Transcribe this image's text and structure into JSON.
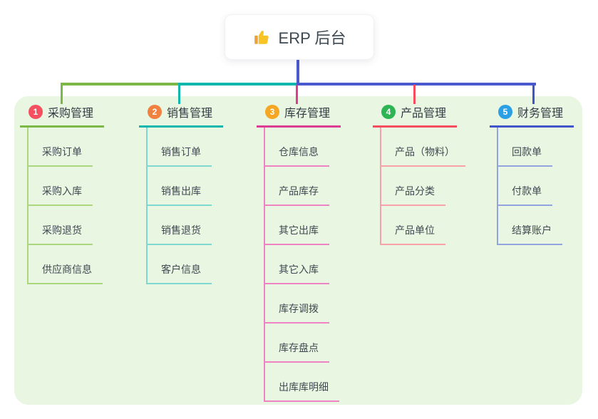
{
  "root": {
    "icon": "thumbs-up",
    "label": "ERP 后台"
  },
  "colors": {
    "board_bg": "#e9f6e2",
    "root_line": "#4a5ace",
    "root_text": "#3c4852",
    "title_text": "#333c44",
    "child_text": "#404a52"
  },
  "branches": [
    {
      "num": "1",
      "title": "采购管理",
      "badge_color": "#f45060",
      "line_color": "#7cb845",
      "child_line_color": "#abd77f",
      "children": [
        "采购订单",
        "采购入库",
        "采购退货",
        "供应商信息"
      ]
    },
    {
      "num": "2",
      "title": "销售管理",
      "badge_color": "#f0813f",
      "line_color": "#0fb7ac",
      "child_line_color": "#7fd8cf",
      "children": [
        "销售订单",
        "销售出库",
        "销售退货",
        "客户信息"
      ]
    },
    {
      "num": "3",
      "title": "库存管理",
      "badge_color": "#f5a623",
      "line_color": "#dc3d92",
      "child_line_color": "#ee82c2",
      "children": [
        "仓库信息",
        "产品库存",
        "其它出库",
        "其它入库",
        "库存调拨",
        "库存盘点",
        "出库库明细"
      ]
    },
    {
      "num": "4",
      "title": "产品管理",
      "badge_color": "#2eb553",
      "line_color": "#f54d5e",
      "child_line_color": "#f9a1a8",
      "children": [
        "产品（物料）",
        "产品分类",
        "产品单位"
      ]
    },
    {
      "num": "5",
      "title": "财务管理",
      "badge_color": "#2ba0e4",
      "line_color": "#3f55c9",
      "child_line_color": "#93a3de",
      "children": [
        "回款单",
        "付款单",
        "结算账户"
      ]
    }
  ]
}
